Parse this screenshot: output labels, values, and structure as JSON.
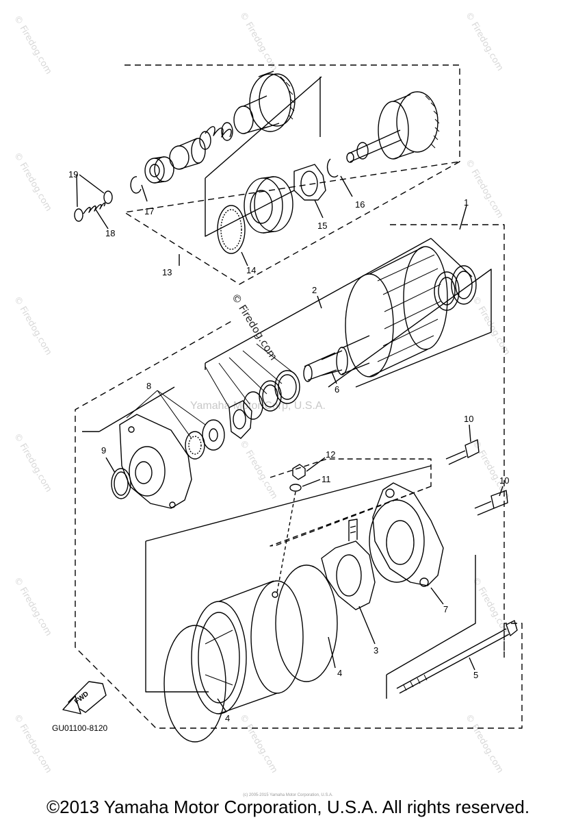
{
  "watermark": "© Firedog.com",
  "ghost_text": "Yamaha Motor Corp, U.S.A.",
  "diagram_code": "GU01100-8120",
  "fwd_label": "FWD",
  "copyright": "©2013 Yamaha Motor Corporation, U.S.A. All rights reserved.",
  "tiny_text": "(c) 2005-2015 Yamaha Motor Corporation, U.S.A.",
  "callouts": {
    "c1": "1",
    "c2": "2",
    "c3": "3",
    "c4a": "4",
    "c4b": "4",
    "c5": "5",
    "c6": "6",
    "c7": "7",
    "c8": "8",
    "c9": "9",
    "c10a": "10",
    "c10b": "10",
    "c11": "11",
    "c12": "12",
    "c13": "13",
    "c14": "14",
    "c15": "15",
    "c16": "16",
    "c17": "17",
    "c18": "18",
    "c19": "19"
  }
}
